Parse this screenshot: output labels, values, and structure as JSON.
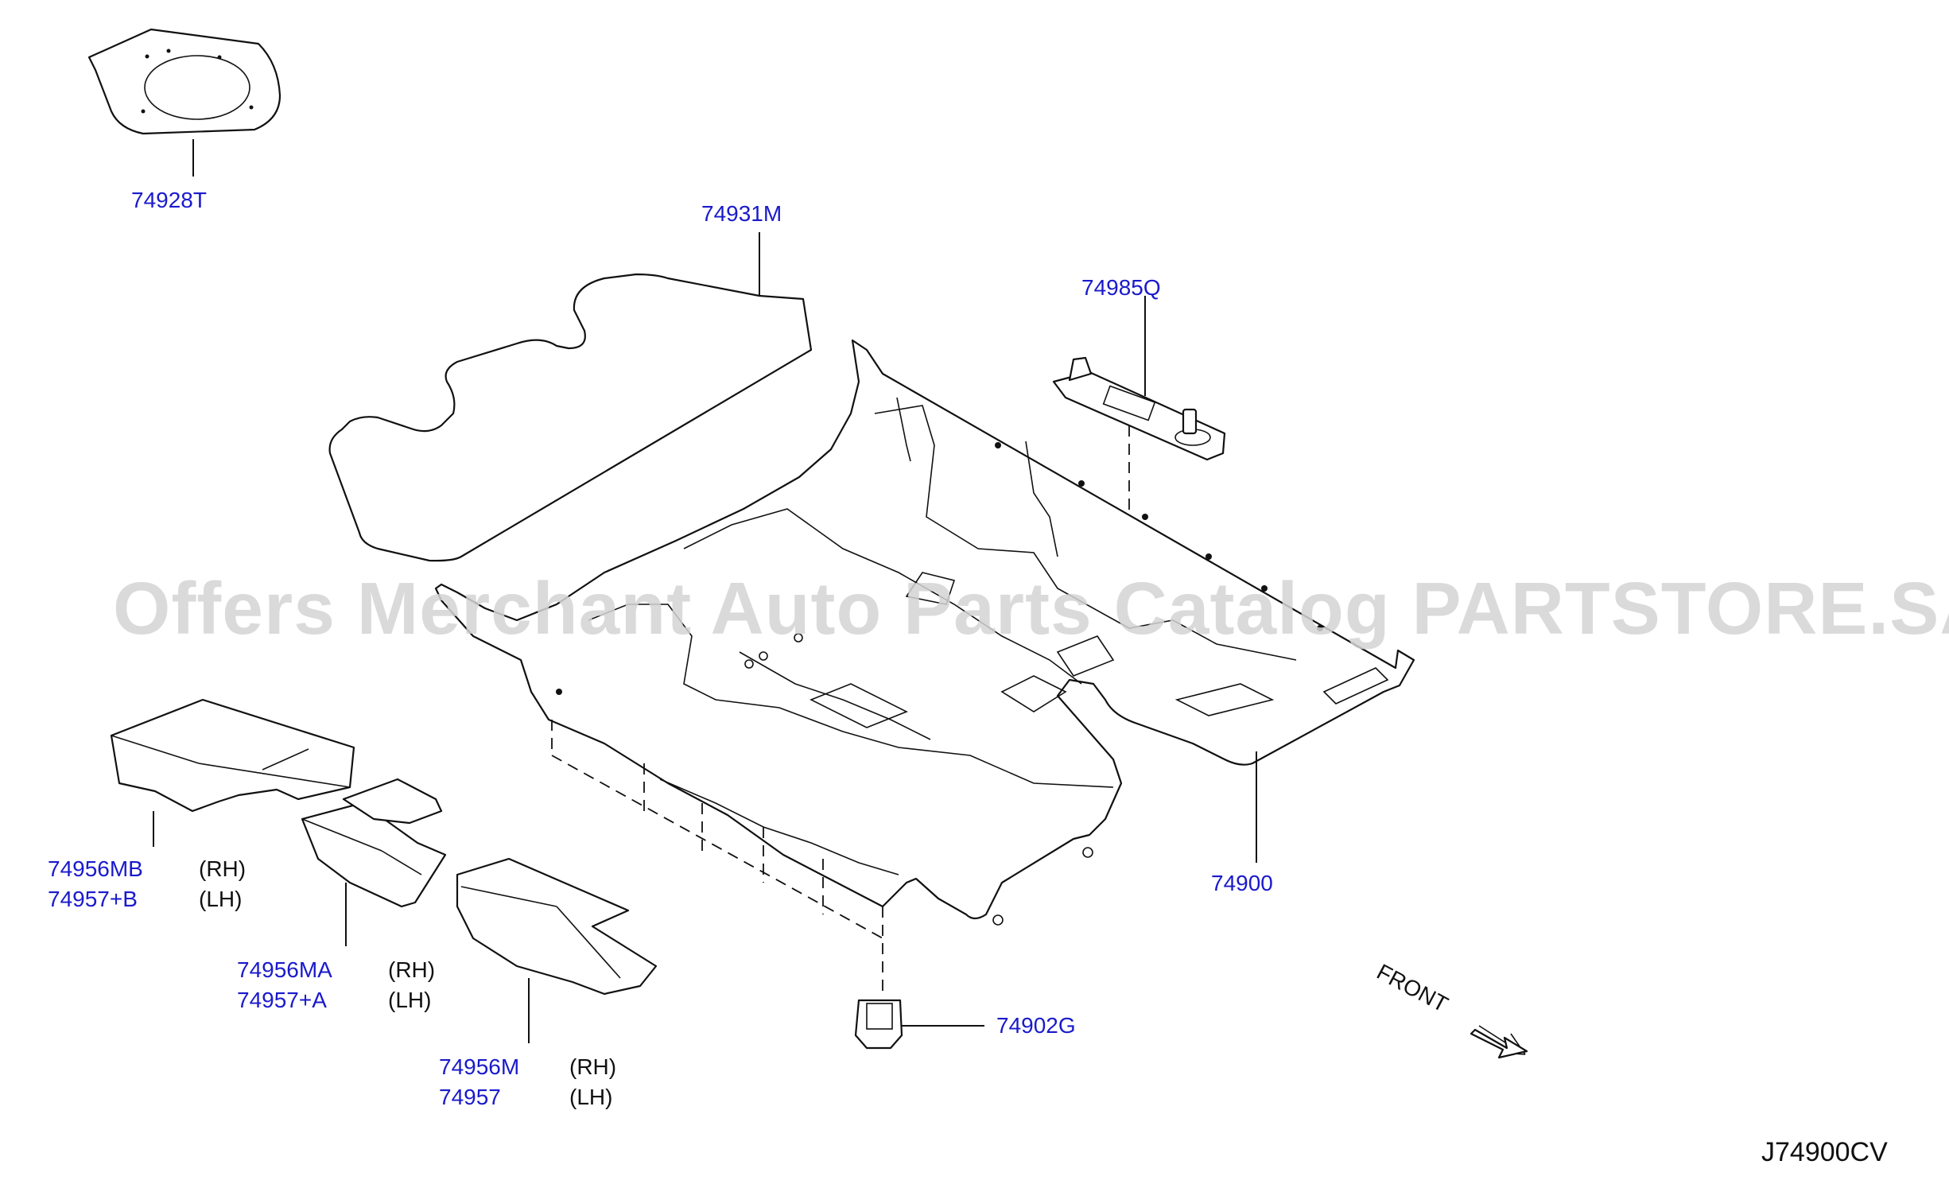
{
  "watermark": "Offers Merchant Auto Parts Catalog PARTSTORE.SA",
  "diagram_code": "J74900CV",
  "front_label": "FRONT",
  "parts": {
    "p74928T": "74928T",
    "p74931M": "74931M",
    "p74985Q": "74985Q",
    "p74900": "74900",
    "p74902G": "74902G",
    "p74956MB": "74956MB",
    "p74957B": "74957+B",
    "p74956MA": "74956MA",
    "p74957A": "74957+A",
    "p74956M": "74956M",
    "p74957": "74957"
  },
  "sides": {
    "rh": "(RH)",
    "lh": "(LH)"
  },
  "colors": {
    "part_number": "#1a1acc",
    "line": "#111111",
    "watermark": "#d4d4d4"
  }
}
